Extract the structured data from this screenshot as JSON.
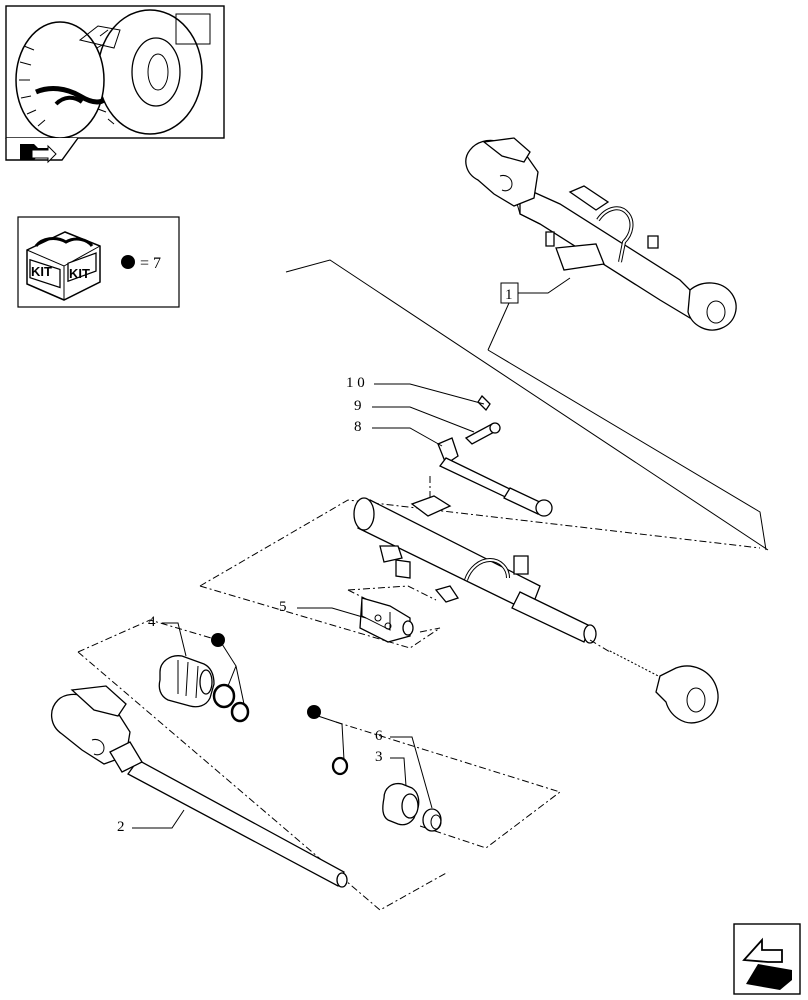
{
  "kit": {
    "box_words": [
      "KIT",
      "KIT"
    ],
    "equation": "= 7",
    "bullet_color": "#000000"
  },
  "callouts": [
    {
      "id": "ref-1",
      "text": "1"
    },
    {
      "id": "ref-10",
      "text": "1 0"
    },
    {
      "id": "ref-9",
      "text": "9"
    },
    {
      "id": "ref-8",
      "text": "8"
    },
    {
      "id": "ref-5",
      "text": "5"
    },
    {
      "id": "ref-4",
      "text": "4"
    },
    {
      "id": "ref-6",
      "text": "6"
    },
    {
      "id": "ref-3",
      "text": "3"
    },
    {
      "id": "ref-2",
      "text": "2"
    }
  ],
  "icons": {
    "thumbnail": "tractor-rear-wheel-thumbnail",
    "thumbnail_nav": "navigation-arrow-icon",
    "kit_box": "kit-box-icon",
    "next_page": "next-page-arrow-icon"
  }
}
